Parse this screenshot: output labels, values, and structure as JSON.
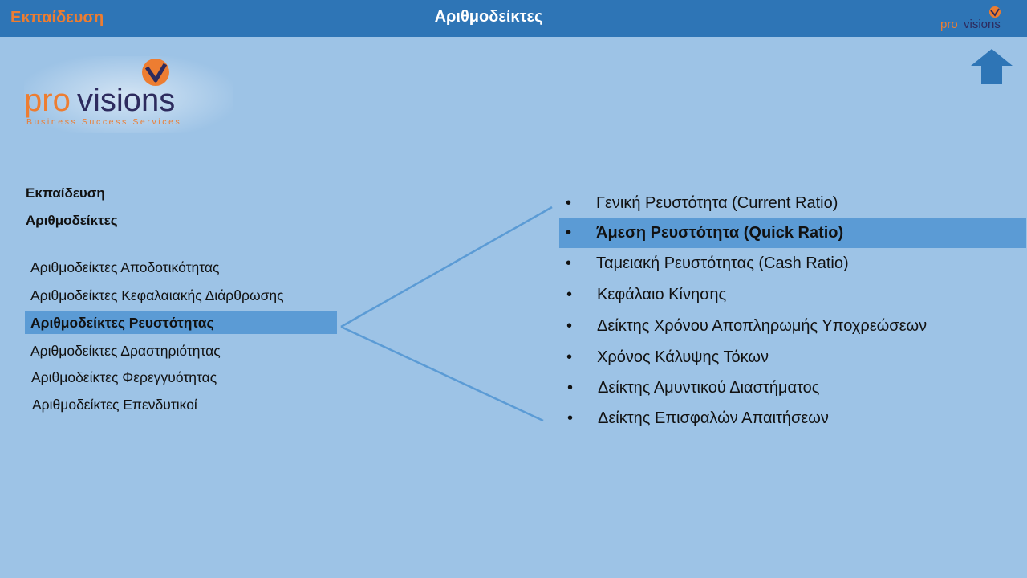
{
  "header": {
    "left_title": "Εκπαίδευση",
    "center_title": "Αριθμοδείκτες",
    "logo_small": {
      "pro": "pro",
      "visions": "visions"
    }
  },
  "logo": {
    "pro": "pro",
    "visions": "visions",
    "tagline": "Business Success Services"
  },
  "breadcrumb": [
    "Εκπαίδευση",
    "Αριθμοδείκτες"
  ],
  "left_menu": [
    {
      "label": "Αριθμοδείκτες Αποδοτικότητας",
      "active": false
    },
    {
      "label": "Αριθμοδείκτες Κεφαλαιακής Διάρθρωσης",
      "active": false
    },
    {
      "label": "Αριθμοδείκτες Ρευστότητας",
      "active": true
    },
    {
      "label": "Αριθμοδείκτες Δραστηριότητας",
      "active": false
    },
    {
      "label": "Αριθμοδείκτες Φερεγγυότητας",
      "active": false
    },
    {
      "label": "Αριθμοδείκτες Επενδυτικοί",
      "active": false
    }
  ],
  "right_list": [
    {
      "label": "Γενική Ρευστότητα  (Current Ratio)",
      "active": false
    },
    {
      "label": "Άμεση Ρευστότητα  (Quick Ratio)",
      "active": true
    },
    {
      "label": "Ταμειακή Ρευστότητας  (Cash Ratio)",
      "active": false
    },
    {
      "label": "Κεφάλαιο Κίνησης",
      "active": false
    },
    {
      "label": "Δείκτης Χρόνου Αποπληρωμής Υποχρεώσεων",
      "active": false
    },
    {
      "label": "Χρόνος Κάλυψης Τόκων",
      "active": false
    },
    {
      "label": "Δείκτης Αμυντικού Διαστήματος",
      "active": false
    },
    {
      "label": "Δείκτης Επισφαλών Απαιτήσεων",
      "active": false
    }
  ],
  "bullet": "•",
  "colors": {
    "accent_orange": "#ed7d31",
    "header_blue": "#2e75b6",
    "highlight": "#5b9bd5",
    "navy": "#2d2b5e"
  }
}
